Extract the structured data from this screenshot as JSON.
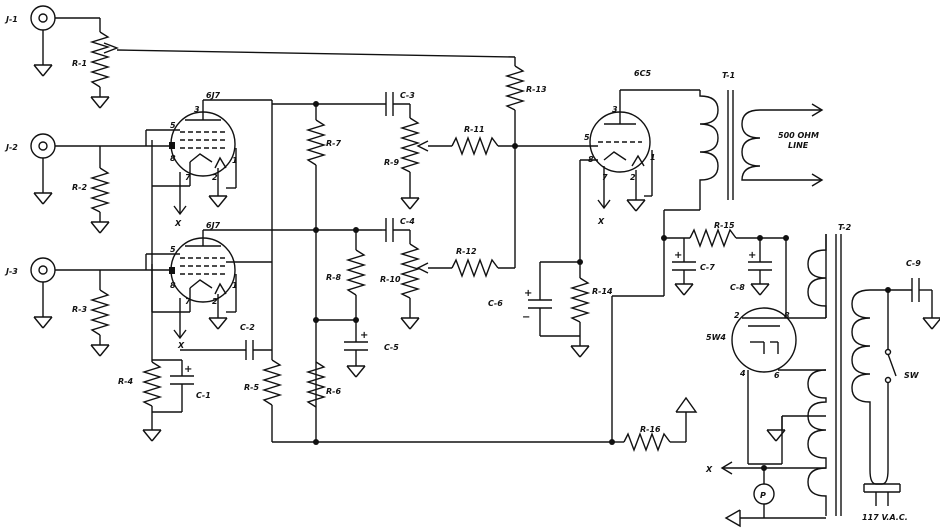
{
  "colors": {
    "ink": "#111111",
    "background": "#ffffff"
  },
  "jacks": {
    "j1": "J-1",
    "j2": "J-2",
    "j3": "J-3"
  },
  "tubes": {
    "v1": "6J7",
    "v2": "6J7",
    "v3": "6C5",
    "v4": "5W4"
  },
  "transformers": {
    "t1": "T-1",
    "t2": "T-2"
  },
  "resistors": {
    "r1": "R-1",
    "r2": "R-2",
    "r3": "R-3",
    "r4": "R-4",
    "r5": "R-5",
    "r6": "R-6",
    "r7": "R-7",
    "r8": "R-8",
    "r9": "R-9",
    "r10": "R-10",
    "r11": "R-11",
    "r12": "R-12",
    "r13": "R-13",
    "r14": "R-14",
    "r15": "R-15",
    "r16": "R-16"
  },
  "capacitors": {
    "c1": "C-1",
    "c2": "C-2",
    "c3": "C-3",
    "c4": "C-4",
    "c5": "C-5",
    "c6": "C-6",
    "c7": "C-7",
    "c8": "C-8",
    "c9": "C-9"
  },
  "pins": {
    "p1": "1",
    "p2": "2",
    "p3": "3",
    "p4": "4",
    "p5": "5",
    "p6": "6",
    "p7": "7",
    "p8": "8"
  },
  "misc": {
    "output_line_1": "500 OHM",
    "output_line_2": "LINE",
    "switch": "SW",
    "pilot": "P",
    "ac_input": "117 V.A.C.",
    "x": "X"
  }
}
